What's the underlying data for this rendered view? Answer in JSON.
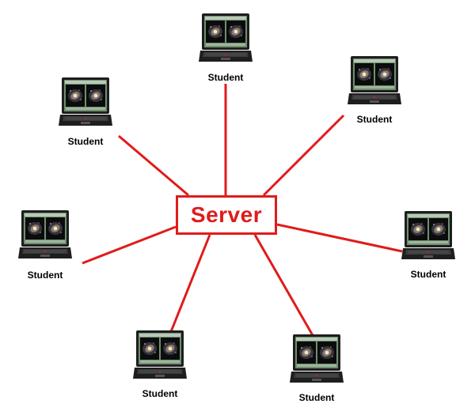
{
  "server": {
    "label": "Server"
  },
  "student_label": "Student",
  "students": [
    {
      "id": "top",
      "label": "Student"
    },
    {
      "id": "upper-right",
      "label": "Student"
    },
    {
      "id": "right",
      "label": "Student"
    },
    {
      "id": "lower-right",
      "label": "Student"
    },
    {
      "id": "lower-left",
      "label": "Student"
    },
    {
      "id": "left",
      "label": "Student"
    },
    {
      "id": "upper-left",
      "label": "Student"
    }
  ],
  "colors": {
    "link": "#e01b1b",
    "server_border": "#e01b1b",
    "server_text": "#e01b1b",
    "laptop_body": "#1e1e1e",
    "laptop_screen_frame": "#6f8f6f",
    "galaxy_background": "#0c0c0c"
  },
  "icons": {
    "laptop": "laptop-icon",
    "galaxy": "spiral-galaxy-image"
  }
}
